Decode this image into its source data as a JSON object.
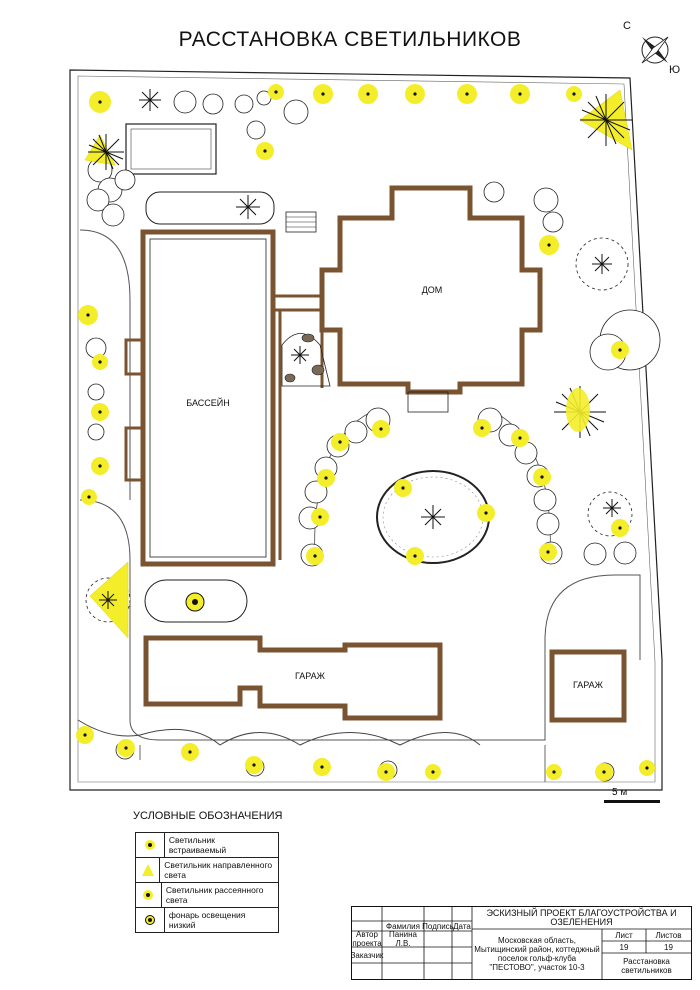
{
  "title": "РАССТАНОВКА СВЕТИЛЬНИКОВ",
  "compass": {
    "north": "С",
    "south": "Ю"
  },
  "plan_labels": {
    "house": "ДОМ",
    "pool": "БАССЕЙН",
    "garage_main": "ГАРАЖ",
    "garage_small": "ГАРАЖ"
  },
  "scale": {
    "label": "5 м"
  },
  "legend": {
    "title": "УСЛОВНЫЕ ОБОЗНАЧЕНИЯ",
    "items": [
      {
        "icon": "recessed-light-icon",
        "text": "Светильник встраиваемый"
      },
      {
        "icon": "directional-light-icon",
        "text": "Светильник направленного света"
      },
      {
        "icon": "diffused-light-icon",
        "text": "Светильник рассеянного света"
      },
      {
        "icon": "low-lantern-icon",
        "text": "фонарь освещения низкий"
      }
    ]
  },
  "stamp": {
    "col_surname": "Фамилия",
    "col_signature": "Подпись",
    "col_date": "Дата",
    "row_author": "Автор проекта",
    "author_name": "Панина Л.В.",
    "row_client": "Заказчик",
    "project_title": "ЭСКИЗНЫЙ ПРОЕКТ БЛАГОУСТРОЙСТВА И ОЗЕЛЕНЕНИЯ",
    "address": "Московская область, Мытищинский район, коттеджный поселок гольф-клуба \"ПЕСТОВО\", участок 10-3",
    "sheet_label": "Лист",
    "sheet_value": "19",
    "sheets_label": "Листов",
    "sheets_value": "19",
    "sheet_name": "Расстановка светильников"
  },
  "colors": {
    "wall": "#7a5330",
    "light": "#f4ee2a",
    "line": "#222222"
  }
}
